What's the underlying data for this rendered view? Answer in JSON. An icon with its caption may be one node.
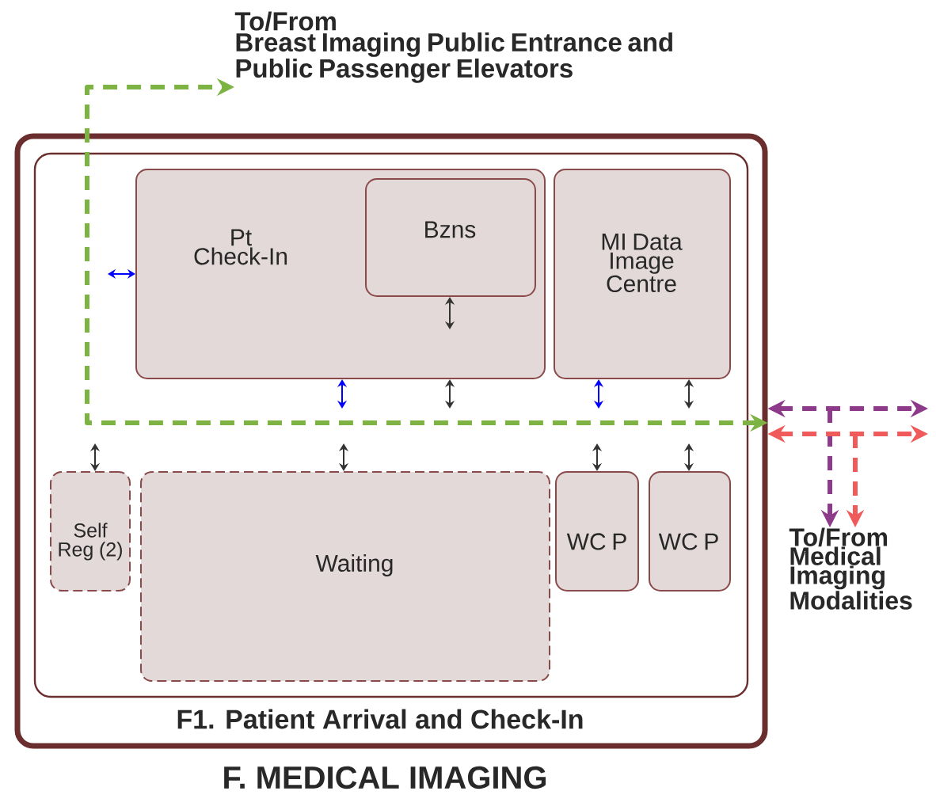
{
  "diagram": {
    "nodes": [
      {
        "text": [
          "F. MEDICAL IMAGING"
        ]
      },
      {
        "text": [
          "F1. Patient Arrival and Check-In"
        ],
        "in": 0
      },
      {
        "text": [
          "Pt Check-In"
        ],
        "in": 1
      },
      {
        "text": [
          "Bzns"
        ],
        "in": 2
      },
      {
        "text": [
          "MI Data Image Centre"
        ],
        "in": 1
      },
      {
        "text": [
          "Self Reg (2)"
        ],
        "in": 1
      },
      {
        "text": [
          "Waiting"
        ],
        "in": 1
      },
      {
        "text": [
          "WC P"
        ],
        "in": 1
      },
      {
        "text": [
          "WC P"
        ],
        "in": 1
      },
      {
        "text": [
          "To/From",
          "Breast Imaging Public Entrance and Public Passenger Elevators"
        ]
      },
      {
        "text": [
          "To/From Medical Imaging Modalities"
        ]
      }
    ],
    "edges": [
      {
        "from": 0,
        "to": 9,
        "arrow": "both",
        "style": "dashed",
        "color": "#7cb342"
      },
      {
        "from": 0,
        "to": null,
        "arrow": "both",
        "style": "dashed",
        "color": "#8e3a8a"
      },
      {
        "from": null,
        "to": 10,
        "arrow": "to",
        "style": "dashed",
        "color": "#8e3a8a"
      },
      {
        "from": 0,
        "to": null,
        "arrow": "both",
        "style": "dashed",
        "color": "#f05a5a"
      },
      {
        "from": null,
        "to": 10,
        "arrow": "to",
        "style": "dashed",
        "color": "#f05a5a"
      },
      {
        "from": null,
        "to": 2,
        "arrow": "both",
        "color": "#0000ff"
      },
      {
        "from": 2,
        "to": null,
        "arrow": "both",
        "color": "#0000ff"
      },
      {
        "from": 3,
        "to": null,
        "arrow": "both"
      },
      {
        "from": 2,
        "to": null,
        "arrow": "both"
      },
      {
        "from": 4,
        "to": null,
        "arrow": "both",
        "color": "#0000ff"
      },
      {
        "from": 4,
        "to": null,
        "arrow": "both"
      },
      {
        "from": null,
        "to": 5,
        "arrow": "both"
      },
      {
        "from": null,
        "to": 6,
        "arrow": "both"
      },
      {
        "from": null,
        "to": 7,
        "arrow": "both"
      },
      {
        "from": null,
        "to": 8,
        "arrow": "both"
      }
    ]
  }
}
